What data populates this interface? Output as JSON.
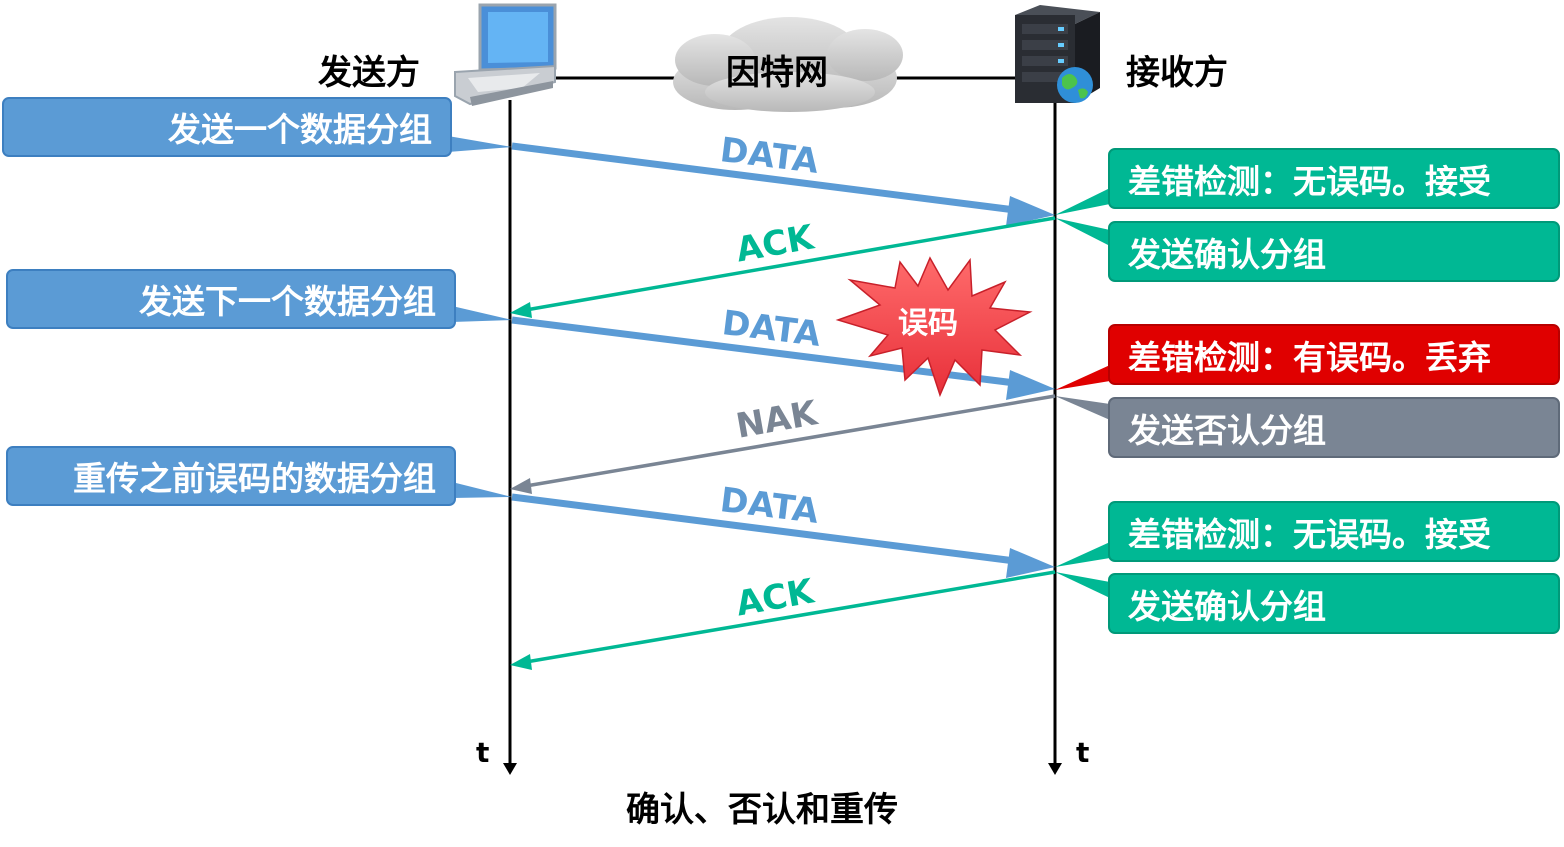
{
  "header": {
    "sender_label": "发送方",
    "network_label": "因特网",
    "receiver_label": "接收方"
  },
  "sender_notes": [
    "发送一个数据分组",
    "发送下一个数据分组",
    "重传之前误码的数据分组"
  ],
  "receiver_notes": [
    {
      "text": "差错检测：无误码。接受",
      "style": "green"
    },
    {
      "text": "发送确认分组",
      "style": "green"
    },
    {
      "text": "差错检测：有误码。丢弃",
      "style": "red"
    },
    {
      "text": "发送否认分组",
      "style": "gray"
    },
    {
      "text": "差错检测：无误码。接受",
      "style": "green"
    },
    {
      "text": "发送确认分组",
      "style": "green"
    }
  ],
  "messages": [
    "DATA",
    "ACK",
    "DATA",
    "NAK",
    "DATA",
    "ACK"
  ],
  "error_burst_label": "误码",
  "time_axis_label": "t",
  "caption": "确认、否认和重传",
  "icons": {
    "sender": "laptop-icon",
    "receiver": "server-icon",
    "network": "cloud-icon",
    "error": "starburst-icon"
  },
  "colors": {
    "data": "#5b9bd5",
    "ack": "#00b894",
    "nak": "#7a8594",
    "error": "#e00000"
  }
}
